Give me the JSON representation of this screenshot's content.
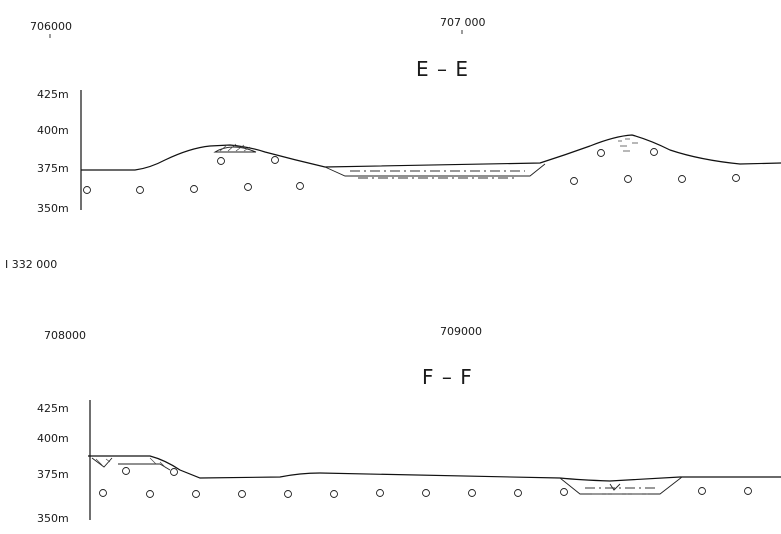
{
  "sections": [
    {
      "title": "E  –  E",
      "coords": [
        "706000",
        "707 000"
      ],
      "elevations": [
        "425m",
        "400m",
        "375m",
        "350m"
      ]
    },
    {
      "title": "F  –  F",
      "coords": [
        "708000",
        "709000"
      ],
      "elevations": [
        "425m",
        "400m",
        "375m",
        "350m"
      ]
    }
  ],
  "separator_label": "I 332 000",
  "icons": {
    "bedrock_symbol": "circle-icon"
  },
  "colors": {
    "ink": "#111111",
    "background": "#ffffff"
  }
}
